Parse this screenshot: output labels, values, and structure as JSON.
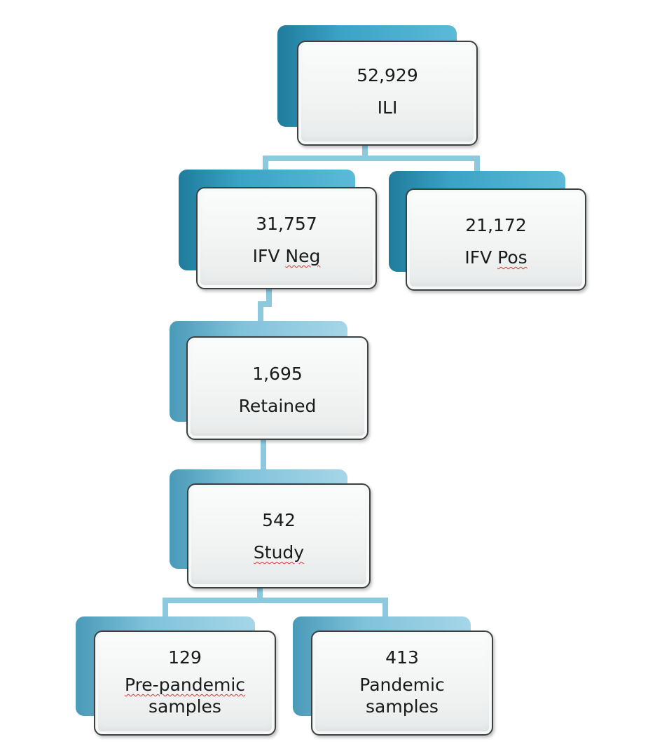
{
  "nodes": {
    "ili": {
      "count": "52,929",
      "label": "ILI"
    },
    "ifv_neg": {
      "count": "31,757",
      "label_a": "IFV ",
      "label_b": "Neg"
    },
    "ifv_pos": {
      "count": "21,172",
      "label_a": "IFV ",
      "label_b": "Pos"
    },
    "retained": {
      "count": "1,695",
      "label": "Retained"
    },
    "study": {
      "count": "542",
      "label": "Study"
    },
    "pre_pandemic": {
      "count": "129",
      "line1": "Pre-pandemic",
      "line2": "samples"
    },
    "pandemic": {
      "count": "413",
      "line1": "Pandemic",
      "line2": "samples"
    }
  },
  "colors": {
    "connector": "#8cc8de",
    "shadow_dark": "#2a8db0",
    "shadow_light": "#7fc2da",
    "card_border": "#3b4043"
  }
}
